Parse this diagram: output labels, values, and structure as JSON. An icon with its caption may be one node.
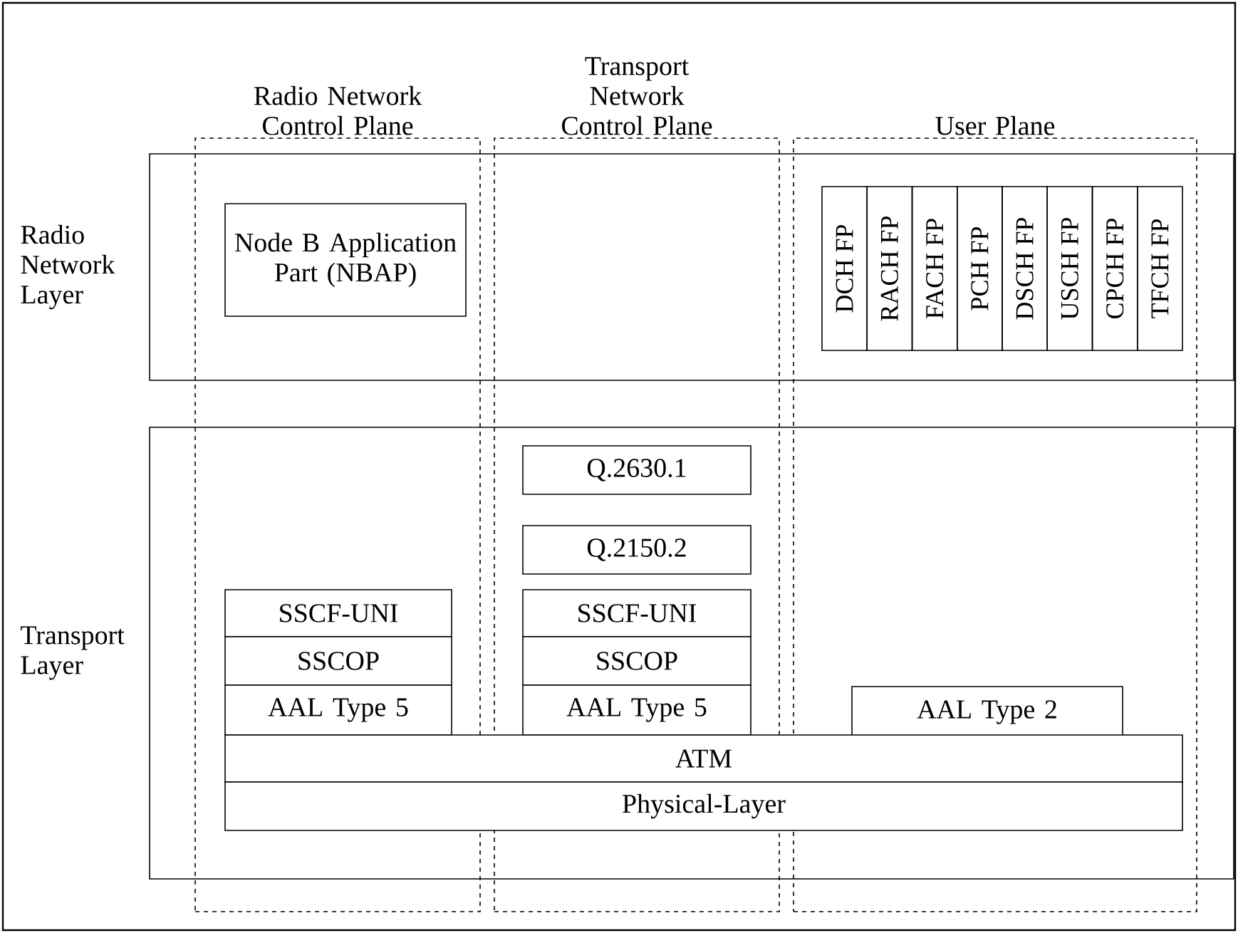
{
  "diagram": {
    "nodes": [
      {
        "text": [
          "Radio Network Layer"
        ]
      },
      {
        "text": [
          "Transport Layer"
        ]
      },
      {
        "text": [
          "Radio Network Control Plane"
        ]
      },
      {
        "text": [
          "Transport Network Control Plane"
        ]
      },
      {
        "text": [
          "User Plane"
        ]
      },
      {
        "text": [
          "Node B Application Part (NBAP)"
        ]
      },
      {
        "text": [
          "DCH FP"
        ]
      },
      {
        "text": [
          "RACH FP"
        ]
      },
      {
        "text": [
          "FACH FP"
        ]
      },
      {
        "text": [
          "PCH FP"
        ]
      },
      {
        "text": [
          "DSCH FP"
        ]
      },
      {
        "text": [
          "USCH FP"
        ]
      },
      {
        "text": [
          "CPCH FP"
        ]
      },
      {
        "text": [
          "TFCH FP"
        ]
      },
      {
        "text": [
          "Q.2630.1"
        ]
      },
      {
        "text": [
          "Q.2150.2"
        ]
      },
      {
        "text": [
          "SSCF-UNI"
        ]
      },
      {
        "text": [
          "SSCOP"
        ]
      },
      {
        "text": [
          "AAL Type 5"
        ]
      },
      {
        "text": [
          "SSCF-UNI"
        ]
      },
      {
        "text": [
          "SSCOP"
        ]
      },
      {
        "text": [
          "AAL Type 5"
        ]
      },
      {
        "text": [
          "AAL Type 2"
        ]
      },
      {
        "text": [
          "ATM"
        ],
        "in": 1
      },
      {
        "text": [
          "Physical-Layer"
        ],
        "in": 1
      }
    ]
  }
}
